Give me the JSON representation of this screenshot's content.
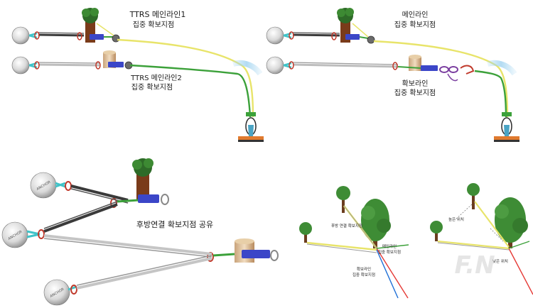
{
  "panel_tl": {
    "label_1_line1": "TTRS 메인라인1",
    "label_1_line2": "집중 확보지점",
    "label_2_line1": "TTRS 메인라인2",
    "label_2_line2": "집중 확보지점"
  },
  "panel_tr": {
    "label_main_line1": "메인라인",
    "label_main_line2": "집중 확보지점",
    "label_belay_line1": "확보라인",
    "label_belay_line2": "집중 확보지점"
  },
  "panel_bl": {
    "label_shared": "후방연결 확보지점 공유"
  },
  "panel_br": {
    "label_rear": "후방 연결 확보지점",
    "label_main_line1": "메인라인",
    "label_main_line2": "집중 확보지점",
    "label_belay_line1": "확보라인",
    "label_belay_line2": "집중 확보지점",
    "label_high": "높은 위치",
    "label_low": "낮은 위치"
  },
  "anchor_text": "ANCHOR",
  "watermark": "F.N",
  "colors": {
    "yellow_rope": "#e8e46a",
    "green_rope": "#3ca13a",
    "dark_rope": "#3a3a3a",
    "grey_rope": "#b8b8b8",
    "sling_blue": "#3b46c8",
    "carabiner_red": "#c0392b",
    "trunk_brown": "#8b4513",
    "foliage_green": "#2f7d2a",
    "teal_sling": "#3fc3c8",
    "red_line": "#e53935",
    "blue_line": "#1f6fd6"
  }
}
